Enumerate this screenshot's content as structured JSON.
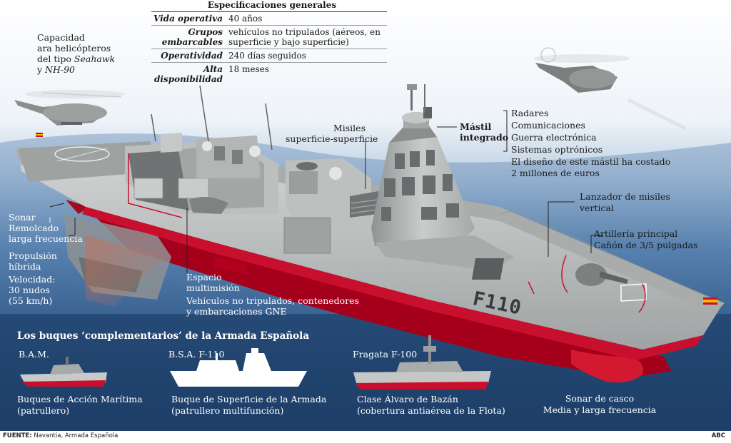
{
  "spec_table": {
    "title": "Especificaciones generales",
    "rows": [
      {
        "label": "Vida operativa",
        "value": "40 años"
      },
      {
        "label": "Grupos embarcables",
        "value": "vehículos no tripulados (aéreos, en superficie y bajo superficie)"
      },
      {
        "label": "Operatividad",
        "value": "240 días seguidos"
      },
      {
        "label": "Alta disponibilidad",
        "value": "18 meses"
      }
    ]
  },
  "helicopter_note": {
    "line1": "Capacidad",
    "line2": "ara helicópteros",
    "line3_prefix": "del tipo ",
    "line3_italic": "Seahawk",
    "line4_prefix": "y ",
    "line4_italic": "NH-90"
  },
  "callouts": {
    "misiles_ss": {
      "line1": "Misiles",
      "line2": "superficie-superficie"
    },
    "mastil": {
      "line1": "Mástil",
      "line2": "integrado"
    },
    "mastil_items": [
      "Radares",
      "Comunicaciones",
      "Guerra electrónica",
      "Sistemas optrónicos"
    ],
    "mastil_cost": {
      "line1": "El diseño de este mástil ha costado",
      "line2": "2 millones de euros"
    },
    "lanzador": {
      "line1": "Lanzador de misiles",
      "line2": "vertical"
    },
    "artilleria": {
      "line1": "Artillería principal",
      "line2": "Cañón de 3/5 pulgadas"
    },
    "sonar_remolcado": {
      "line1": "Sonar",
      "line2": "Remolcado",
      "line3": "larga frecuencia"
    },
    "propulsion": {
      "line1": "Propulsión",
      "line2": "híbrida"
    },
    "velocidad": {
      "line1": "Velocidad:",
      "line2": "30 nudos",
      "line3": "(55 km/h)"
    },
    "espacio": {
      "line1": "Espacio",
      "line2": "multimisión",
      "line3": "Vehículos no tripulados, contenedores",
      "line4": "y embarcaciones GNE"
    },
    "sonar_casco": {
      "line1": "Sonar de casco",
      "line2": "Media y larga frecuencia"
    }
  },
  "hull_number": "F110",
  "complementary": {
    "heading": "Los buques  ‘complementarios’ de la Armada Española",
    "ships": [
      {
        "name": "B.A.M.",
        "desc1": "Buques de Acción Marítima",
        "desc2": "(patrullero)"
      },
      {
        "name": "B.S.A. F-110",
        "desc1": "Buque de Superficie de la Armada",
        "desc2": "(patrullero multifunción)"
      },
      {
        "name": "Fragata F-100",
        "desc1": "Clase Álvaro de Bazán",
        "desc2": "(cobertura antiaérea de la Flota)"
      }
    ]
  },
  "source": {
    "label": "FUENTE:",
    "text": " Navantia, Armada Española"
  },
  "credit": "ABC",
  "colors": {
    "sea_dark": "#163a63",
    "sea_mid": "#5e88b4",
    "hull_red": "#c8102e",
    "hull_grey": "#b9bcbc",
    "deck": "#a7aaa9"
  }
}
